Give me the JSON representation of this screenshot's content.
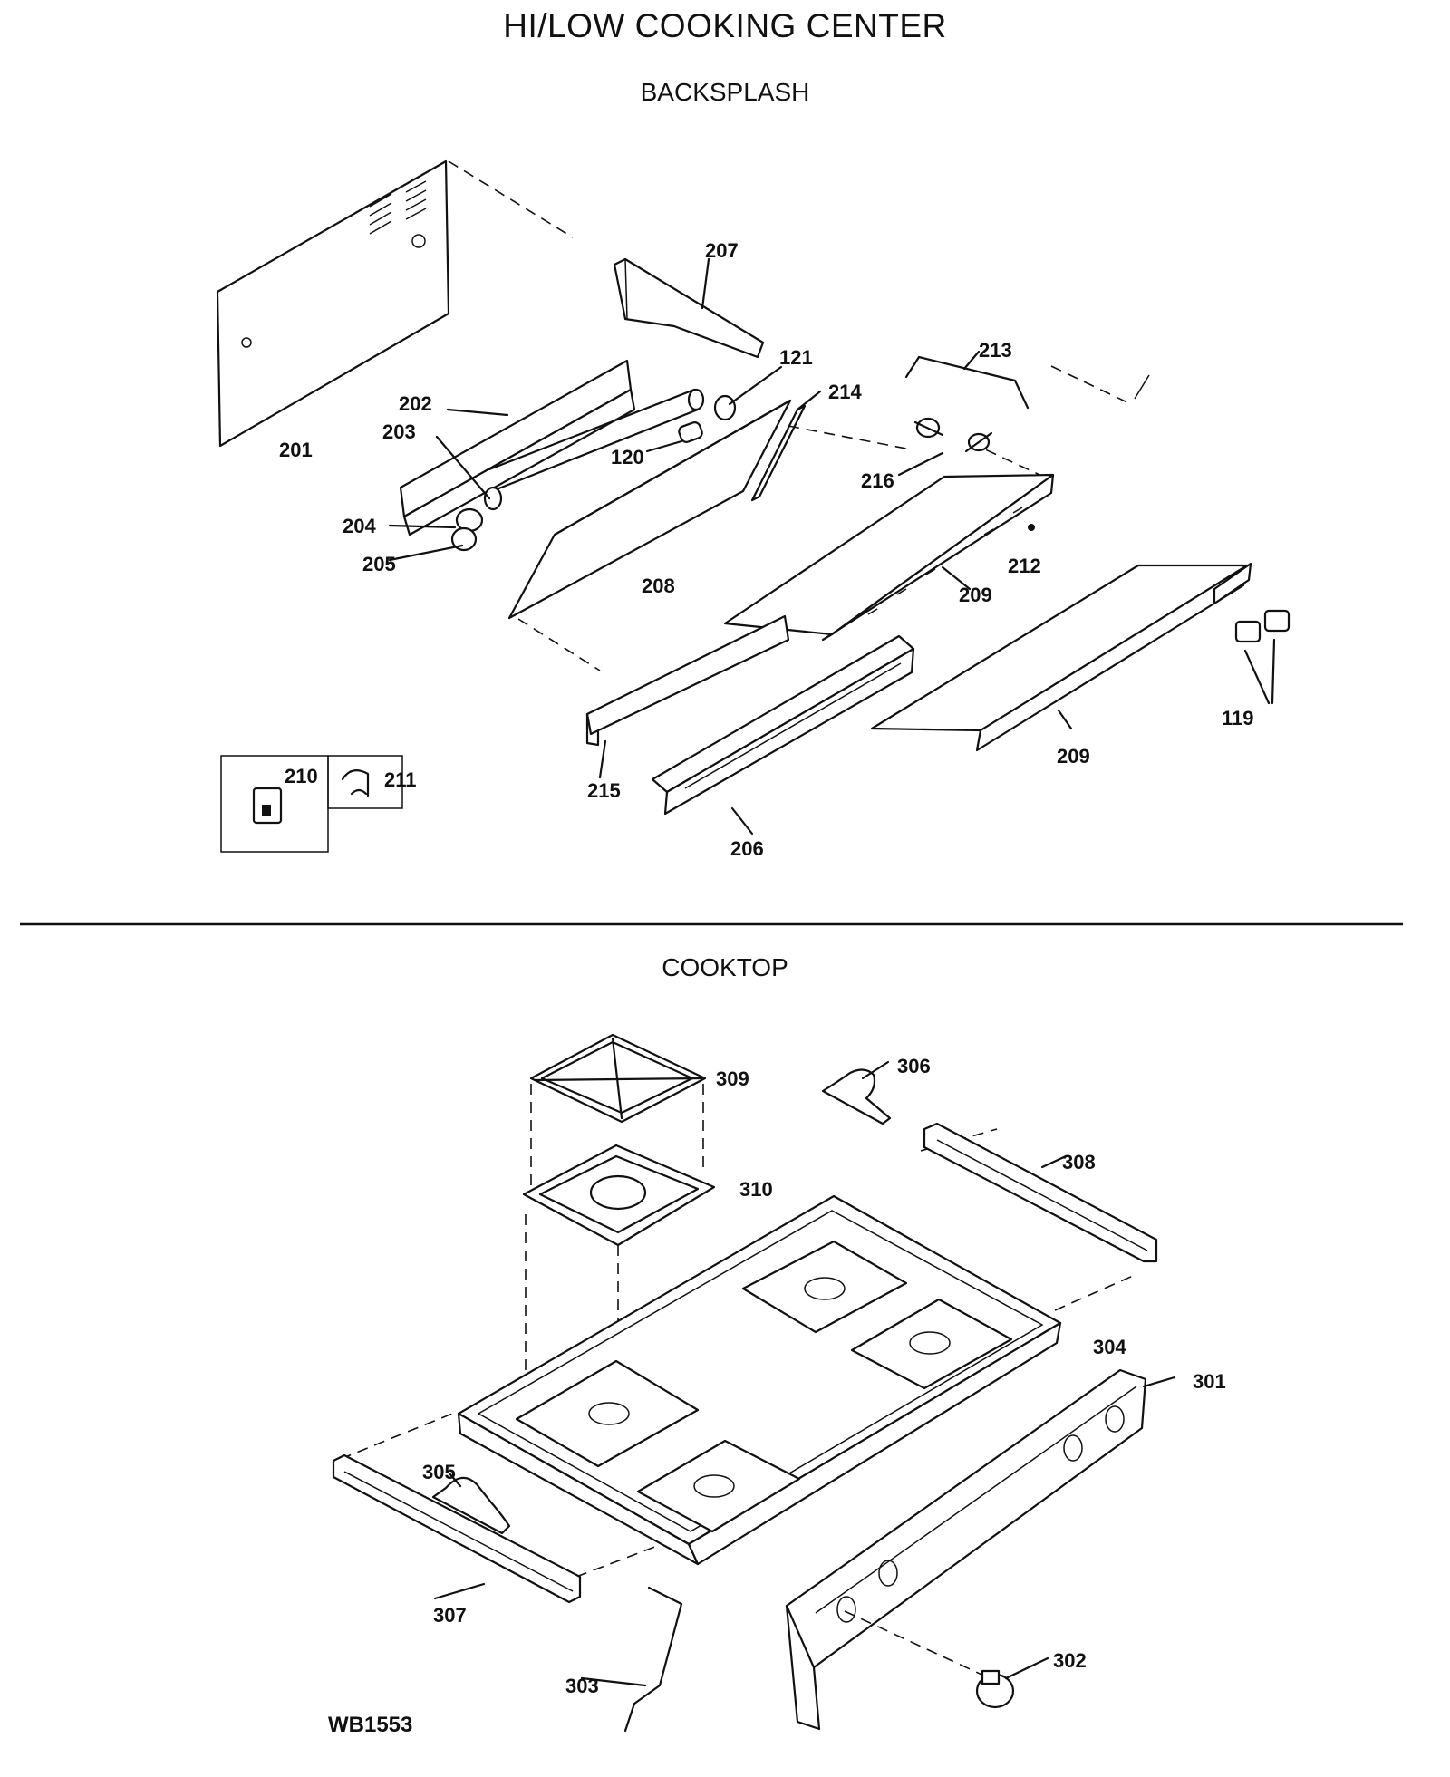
{
  "title": "HI/LOW COOKING CENTER",
  "sections": {
    "backsplash": "BACKSPLASH",
    "cooktop": "COOKTOP"
  },
  "drawing_code": "WB1553",
  "part_labels": {
    "p201": "201",
    "p202": "202",
    "p203": "203",
    "p204": "204",
    "p205": "205",
    "p206": "206",
    "p207": "207",
    "p208": "208",
    "p209a": "209",
    "p209b": "209",
    "p210": "210",
    "p211": "211",
    "p212": "212",
    "p213": "213",
    "p214": "214",
    "p215": "215",
    "p216": "216",
    "p119": "119",
    "p120": "120",
    "p121": "121",
    "p301": "301",
    "p302": "302",
    "p303": "303",
    "p304": "304",
    "p305": "305",
    "p306": "306",
    "p307": "307",
    "p308": "308",
    "p309": "309",
    "p310": "310"
  }
}
